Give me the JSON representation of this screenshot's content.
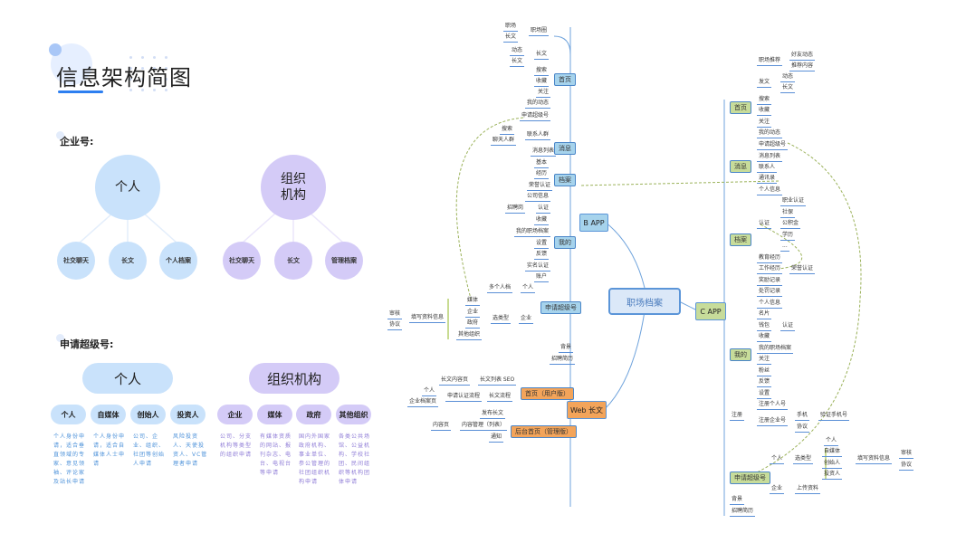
{
  "page_title": "信息架构简图",
  "enterprise": {
    "heading": "企业号:",
    "personal": {
      "label": "个人",
      "children": [
        "社交聊天",
        "长文",
        "个人档案"
      ]
    },
    "organization": {
      "label": "组织\n机构",
      "line1": "组织",
      "line2": "机构",
      "children": [
        "社交聊天",
        "长文",
        "管理档案"
      ]
    }
  },
  "super_account": {
    "heading": "申请超级号:",
    "personal": {
      "label": "个人",
      "types": [
        {
          "label": "个人",
          "desc": "个人身份申请，适合垂直领域的专家、意见领袖、评论家及站长申请"
        },
        {
          "label": "自媒体",
          "desc": "个人身份申请，适合自媒体人士申请"
        },
        {
          "label": "创始人",
          "desc": "公司、企业、组织、社团等创始人申请"
        },
        {
          "label": "投资人",
          "desc": "风险投资人、天使投资人、VC管理者申请"
        }
      ]
    },
    "organization": {
      "label": "组织机构",
      "types": [
        {
          "label": "企业",
          "desc": "公司、分支机构等类型的组织申请"
        },
        {
          "label": "媒体",
          "desc": "有媒体资质的网站、报刊杂志、电台、电视台等申请"
        },
        {
          "label": "政府",
          "desc": "国内外国家政府机构、事业单位、参公管理的社团组织机构申请"
        },
        {
          "label": "其他组织",
          "desc": "各类公共场馆、公益机构、学校社团、民间组织等机构团体申请"
        }
      ]
    }
  },
  "mindmap": {
    "root": "职场档案",
    "b_app": {
      "label": "B APP",
      "nodes": {
        "home": "首页",
        "msg": "消息",
        "profile": "档案",
        "mine": "我的",
        "super_apply": "申请超级号",
        "home_items": [
          "职场",
          "长文",
          "动态",
          "长文",
          "搜索",
          "收藏",
          "关注",
          "我的动态",
          "申请超级号"
        ],
        "home_sub": [
          "职场圈",
          "长文"
        ],
        "msg_items": [
          "搜索",
          "联系人群",
          "消息列表",
          "聊天人群"
        ],
        "profile_items": [
          "基本",
          "经历",
          "荣誉认证",
          "公司信息",
          "招聘岗",
          "认证"
        ],
        "mine_items": [
          "收藏",
          "我的职场档案",
          "设置",
          "反馈",
          "实名认证",
          "账户"
        ],
        "super_items": [
          "多个人档",
          "个人",
          "媒体",
          "企业",
          "政府",
          "其他组织",
          "选类型",
          "企业",
          "填写资料信息",
          "审核",
          "协议"
        ],
        "bottom": [
          "背景",
          "招聘简历"
        ]
      }
    },
    "web": {
      "label": "Web 长文",
      "home": "首页（用户版）",
      "backend": "后台首页（管理版）",
      "items": [
        "长文内容页",
        "长文列表 SEO",
        "个人",
        "企业档案页",
        "申请认证流程",
        "长文流程",
        "发布长文",
        "内容页",
        "内容管理（列表）",
        "通知"
      ]
    },
    "c_app": {
      "label": "C APP",
      "nodes": {
        "home": "首页",
        "msg": "消息",
        "profile": "档案",
        "mine": "我的",
        "register": "注册",
        "super_apply": "申请超级号",
        "home_items": [
          "职场推荐",
          "好友动态",
          "推荐内容",
          "发文",
          "动态",
          "长文",
          "搜索",
          "收藏",
          "关注",
          "我的动态",
          "申请超级号"
        ],
        "msg_items": [
          "消息列表",
          "联系人",
          "通讯录"
        ],
        "profile_items": [
          "个人信息",
          "认证",
          "职业认证",
          "社保",
          "公积金",
          "学历",
          "...",
          "教育经历",
          "工作经历",
          "荣誉认证",
          "奖励记录",
          "处罚记录",
          "个人信息"
        ],
        "mine_items": [
          "名片",
          "钱包",
          "认证",
          "收藏",
          "我的职场档案",
          "关注",
          "粉丝",
          "反馈",
          "设置"
        ],
        "register_items": [
          "注册个人号",
          "注册企业号",
          "手机",
          "验证手机号",
          "协议"
        ],
        "super_items": [
          "个人",
          "选类型",
          "个人",
          "自媒体",
          "创始人",
          "投资人",
          "填写资料信息",
          "审核",
          "协议",
          "企业",
          "上传资料"
        ],
        "bottom": [
          "背景",
          "招聘简历"
        ]
      }
    }
  },
  "colors": {
    "blue_accent": "#2d7ff0",
    "personal_blue": "#c9e2fb",
    "org_purple": "#d4cbf7",
    "b_app_hub": "#a6d3ec",
    "c_app_hub": "#c7dc9a",
    "web_hub": "#f3a45a"
  }
}
